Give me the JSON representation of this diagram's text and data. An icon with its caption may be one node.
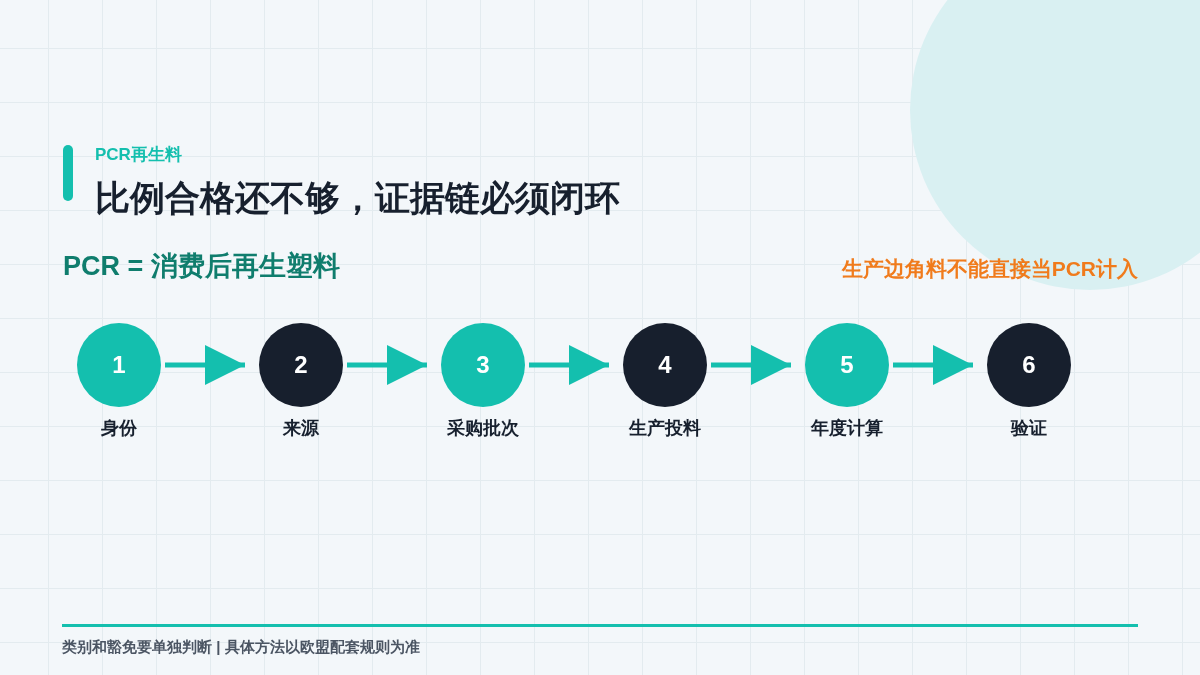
{
  "diagram": {
    "title": "比例合格还不够，证据链必须闭环",
    "nodes": [
      {
        "text": [
          "1"
        ],
        "beside": [
          "身份"
        ]
      },
      {
        "text": [
          "2"
        ],
        "beside": [
          "来源"
        ]
      },
      {
        "text": [
          "3"
        ],
        "beside": [
          "采购批次"
        ]
      },
      {
        "text": [
          "4"
        ],
        "beside": [
          "生产投料"
        ]
      },
      {
        "text": [
          "5"
        ],
        "beside": [
          "年度计算"
        ]
      },
      {
        "text": [
          "6"
        ],
        "beside": [
          "验证"
        ]
      }
    ],
    "edges": [
      {
        "from": 0,
        "to": 1,
        "arrow": "to"
      },
      {
        "from": 1,
        "to": 2,
        "arrow": "to"
      },
      {
        "from": 2,
        "to": 3,
        "arrow": "to"
      },
      {
        "from": 3,
        "to": 4,
        "arrow": "to"
      },
      {
        "from": 4,
        "to": 5,
        "arrow": "to"
      }
    ],
    "labels": [
      "PCR再生料",
      "PCR = 消费后再生塑料",
      "生产边角料不能直接当PCR计入",
      "类别和豁免要单独判断 | 具体方法以欧盟配套规则为准"
    ]
  }
}
